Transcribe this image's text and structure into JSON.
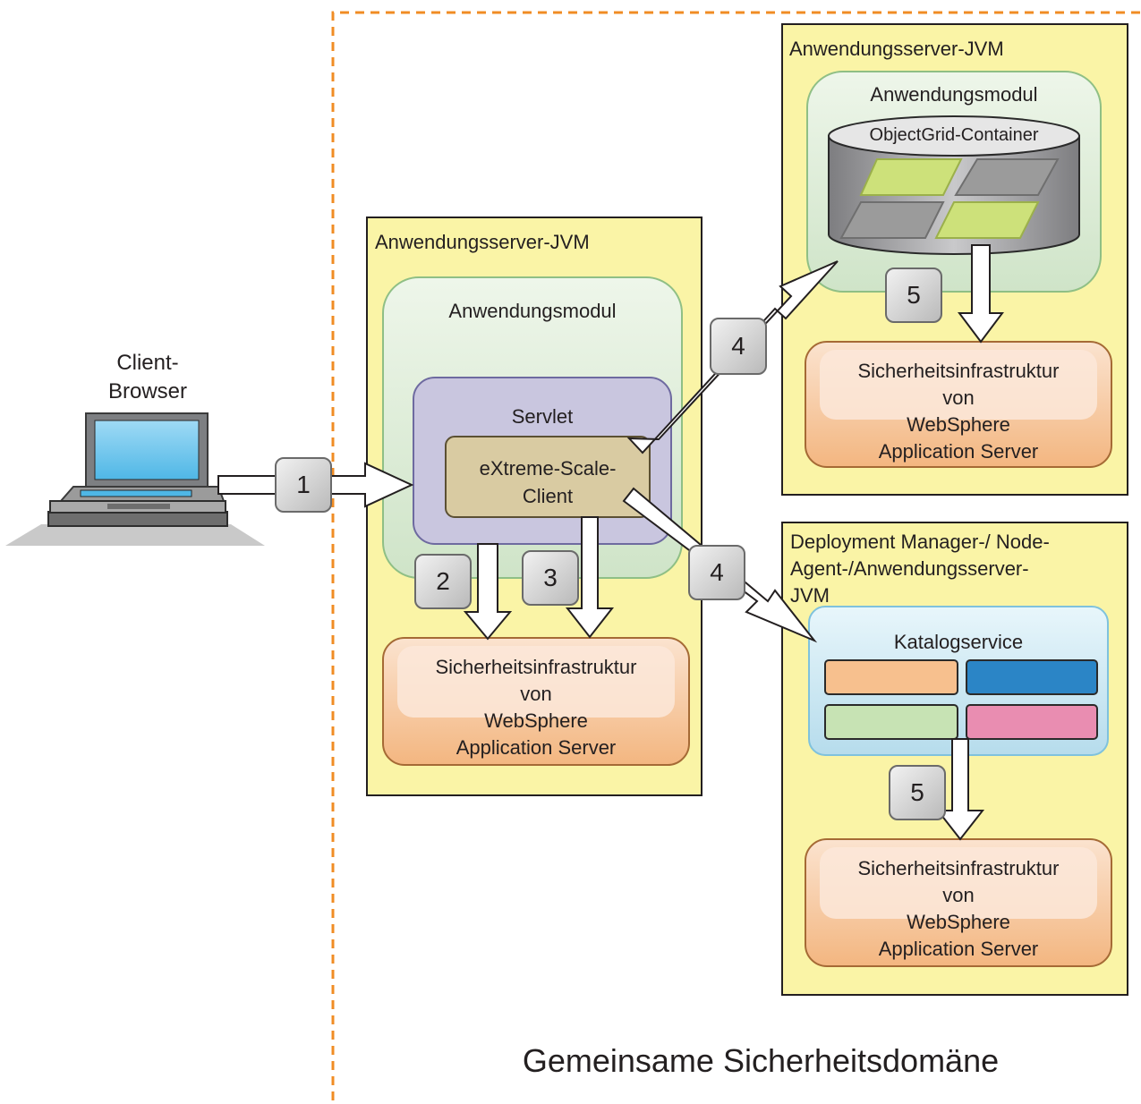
{
  "client": {
    "label_line1": "Client-",
    "label_line2": "Browser"
  },
  "left_jvm": {
    "title": "Anwendungsserver-JVM",
    "module_title": "Anwendungsmodul",
    "servlet_title": "Servlet",
    "client_line1": "eXtreme-Scale-",
    "client_line2": "Client",
    "security": {
      "line1": "Sicherheitsinfrastruktur",
      "line2": "von",
      "line3": "WebSphere",
      "line4": "Application Server"
    }
  },
  "top_right_jvm": {
    "title": "Anwendungsserver-JVM",
    "module_title": "Anwendungsmodul",
    "container_title": "ObjectGrid-Container",
    "security": {
      "line1": "Sicherheitsinfrastruktur",
      "line2": "von",
      "line3": "WebSphere",
      "line4": "Application Server"
    }
  },
  "bottom_right_jvm": {
    "title_line1": "Deployment Manager-/ Node-",
    "title_line2": "Agent-/Anwendungsserver-",
    "title_line3": "JVM",
    "catalog_title": "Katalogservice",
    "security": {
      "line1": "Sicherheitsinfrastruktur",
      "line2": "von",
      "line3": "WebSphere",
      "line4": "Application Server"
    }
  },
  "steps": {
    "s1": "1",
    "s2": "2",
    "s3": "3",
    "s4a": "4",
    "s4b": "4",
    "s5a": "5",
    "s5b": "5"
  },
  "domain_label": "Gemeinsame Sicherheitsdomäne",
  "colors": {
    "jvm_fill": "#faf4a6",
    "module_fill": "#d8ead2",
    "servlet_fill": "#c9c6df",
    "client_fill": "#d9cba2",
    "security_fill": "#f6c79a",
    "domain_border": "#f08c24",
    "catalog_fill": "#cde9f4",
    "slot_orange": "#f7c08e",
    "slot_blue": "#2b85c6",
    "slot_green": "#c7e3b4",
    "slot_pink": "#e98db1"
  }
}
